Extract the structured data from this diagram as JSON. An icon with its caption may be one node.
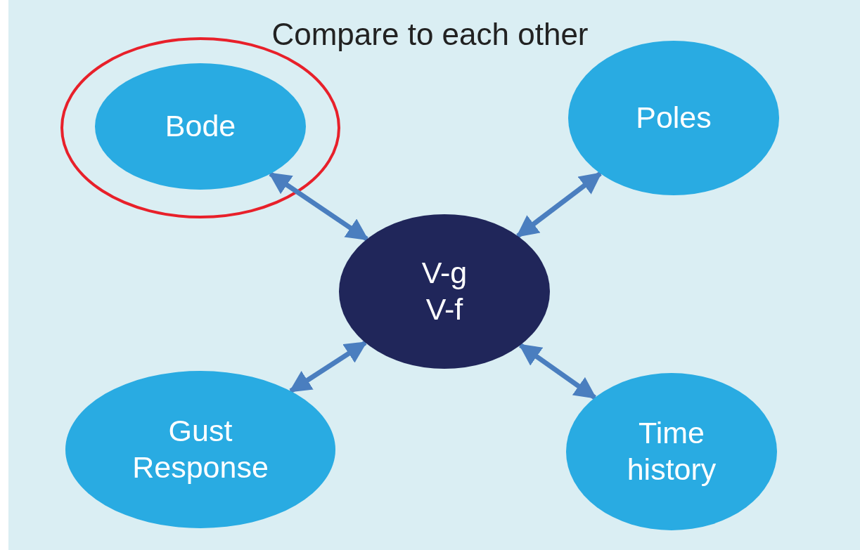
{
  "diagram": {
    "title": "Compare to each other",
    "nodes": [
      {
        "text": [
          "Bode"
        ]
      },
      {
        "text": [
          "Poles"
        ]
      },
      {
        "text": [
          "V-g",
          "V-f"
        ]
      },
      {
        "text": [
          "Gust Response"
        ]
      },
      {
        "text": [
          "Time history"
        ]
      }
    ],
    "edges": [
      {
        "from": 0,
        "to": 2,
        "arrow": "both"
      },
      {
        "from": 1,
        "to": 2,
        "arrow": "both"
      },
      {
        "from": 3,
        "to": 2,
        "arrow": "both"
      },
      {
        "from": 4,
        "to": 2,
        "arrow": "both"
      }
    ]
  }
}
